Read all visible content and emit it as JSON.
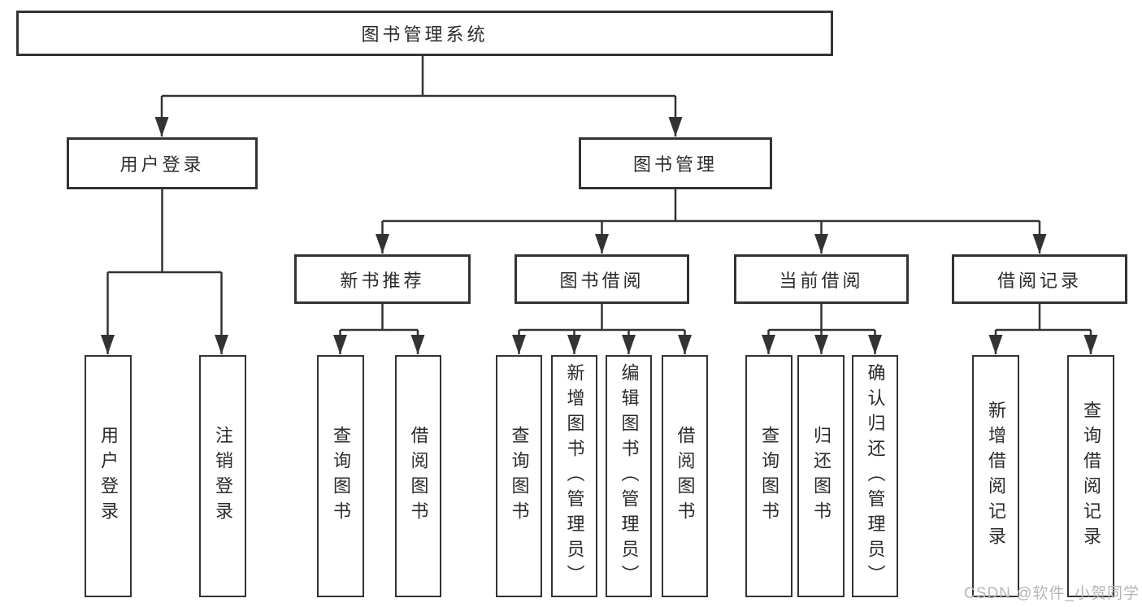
{
  "tree": {
    "label": "图书管理系统",
    "children": [
      {
        "label": "用户登录",
        "children": [
          {
            "label": "用户登录"
          },
          {
            "label": "注销登录"
          }
        ]
      },
      {
        "label": "图书管理",
        "children": [
          {
            "label": "新书推荐",
            "children": [
              {
                "label": "查询图书"
              },
              {
                "label": "借阅图书"
              }
            ]
          },
          {
            "label": "图书借阅",
            "children": [
              {
                "label": "查询图书"
              },
              {
                "label": "新增图书（管理员）"
              },
              {
                "label": "编辑图书（管理员）"
              },
              {
                "label": "借阅图书"
              }
            ]
          },
          {
            "label": "当前借阅",
            "children": [
              {
                "label": "查询图书"
              },
              {
                "label": "归还图书"
              },
              {
                "label": "确认归还（管理员）"
              }
            ]
          },
          {
            "label": "借阅记录",
            "children": [
              {
                "label": "新增借阅记录"
              },
              {
                "label": "查询借阅记录"
              }
            ]
          }
        ]
      }
    ]
  },
  "watermark": {
    "text": "CSDN @软件_小贺同学"
  },
  "colors": {
    "line": "#333333",
    "box_border": "#333333",
    "box_fill": "#ffffff",
    "text": "#2b2b2b",
    "watermark": "#b6b6b6"
  }
}
